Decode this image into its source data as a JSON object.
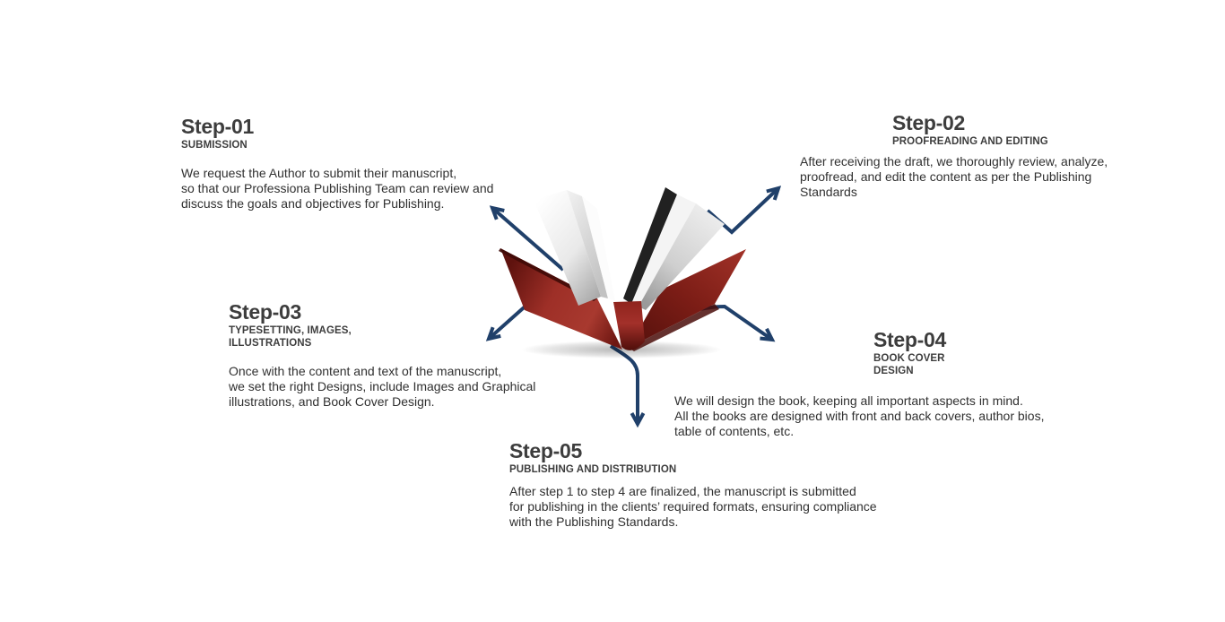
{
  "diagram_title": "book publishing process steps",
  "colors": {
    "arrow": "#20406a",
    "heading": "#3d3d3d",
    "body": "#303030",
    "book-red": "#9e2f27"
  },
  "center_icon": "open-book-icon",
  "steps": [
    {
      "title": "Step-01",
      "subtitle": [
        "SUBMISSION"
      ],
      "body": [
        "We request the Author to submit their manuscript,",
        "so that our Professiona Publishing Team can review and",
        "discuss the goals and objectives for Publishing."
      ]
    },
    {
      "title": "Step-02",
      "subtitle": [
        "PROOFREADING AND EDITING"
      ],
      "body": [
        "After receiving the draft, we thoroughly review, analyze,",
        "proofread, and edit the content as per the Publishing",
        "Standards"
      ]
    },
    {
      "title": "Step-03",
      "subtitle": [
        "TYPESETTING, IMAGES,",
        "ILLUSTRATIONS"
      ],
      "body": [
        "Once with the content and text of the manuscript,",
        "we set the right Designs, include Images and Graphical",
        "illustrations, and Book Cover Design."
      ]
    },
    {
      "title": "Step-04",
      "subtitle": [
        "BOOK COVER",
        "DESIGN"
      ],
      "body": [
        "We will design the book, keeping all important aspects in mind.",
        "All the books are designed with front and back covers, author bios,",
        "table of contents, etc."
      ]
    },
    {
      "title": "Step-05",
      "subtitle": [
        "PUBLISHING AND DISTRIBUTION"
      ],
      "body": [
        "After step 1 to step 4 are finalized, the manuscript is submitted",
        "for publishing in the clients’ required formats, ensuring compliance",
        "with the Publishing Standards."
      ]
    }
  ]
}
